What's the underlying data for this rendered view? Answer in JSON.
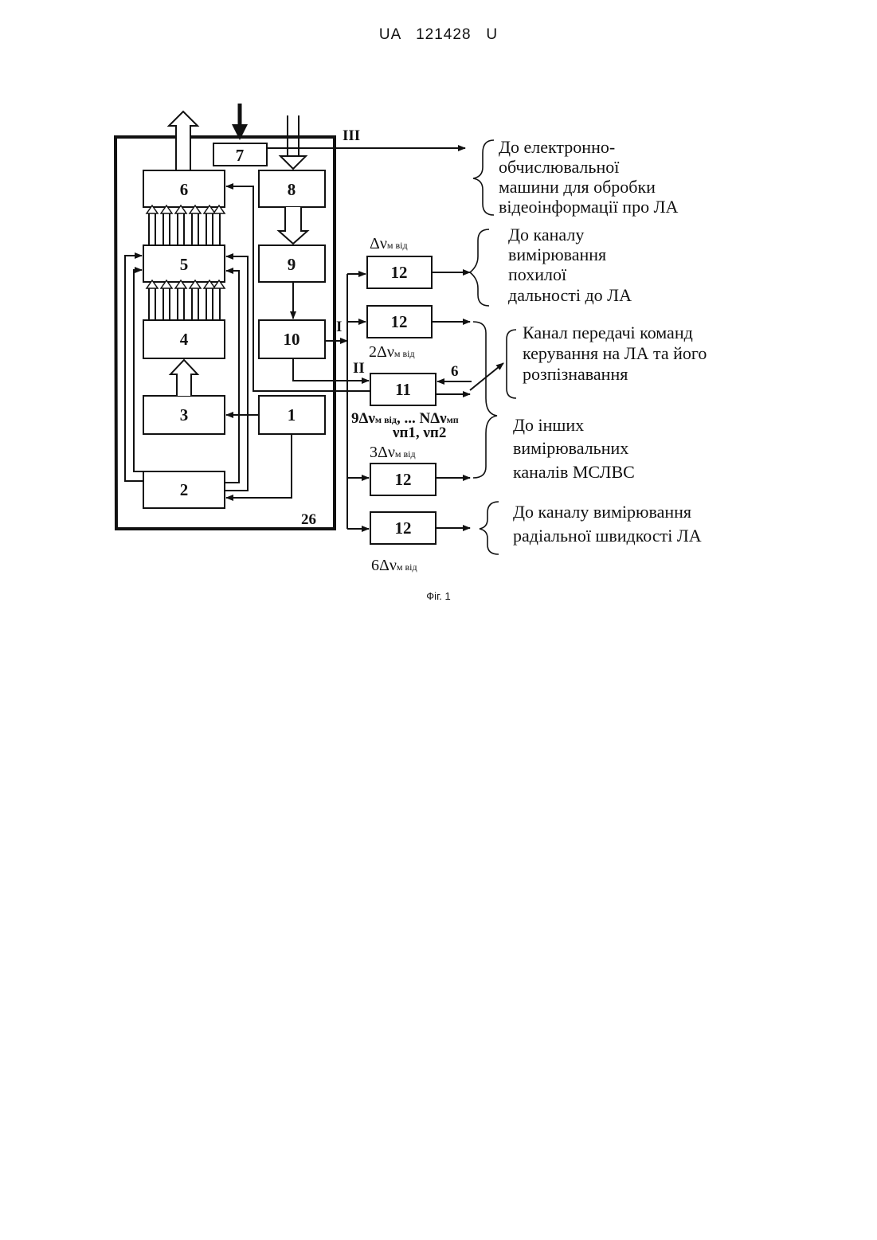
{
  "header": {
    "doc_number": "UA   121428   U"
  },
  "diagram": {
    "blocks": [
      "1",
      "2",
      "3",
      "4",
      "5",
      "6",
      "7",
      "8",
      "9",
      "10",
      "11",
      "12",
      "12",
      "12",
      "12"
    ],
    "unit_label": "26",
    "port_labels": {
      "I": "I",
      "II": "II",
      "III": "III",
      "six": "6"
    },
    "freq_labels": {
      "f1_main": "Δν",
      "f1_sub": "м від",
      "f2_main": "2Δν",
      "f2_sub": "м від",
      "f9_main": "9Δν",
      "f9_sub": "м від",
      "f9_dots": ", ... NΔν",
      "f9_sub2": "мп",
      "fn_line": "νп1, νп2",
      "f3_main": "3Δν",
      "f3_sub": "м від",
      "f6_main": "6Δν",
      "f6_sub": "м від"
    },
    "annotations": {
      "computer": [
        "До електронно-",
        "обчислювальної",
        "машини для обробки",
        "відеоінформації про ЛА"
      ],
      "range_channel": [
        "До каналу",
        "вимірювання",
        "похилої",
        "дальності до ЛА"
      ],
      "command_channel": [
        "Канал передачі команд",
        "керування на ЛА та його",
        "розпізнавання"
      ],
      "other_channels": [
        "До інших",
        "вимірювальних",
        "каналів МСЛВС"
      ],
      "velocity_channel": [
        "До каналу вимірювання",
        "радіальної швидкості ЛА"
      ]
    }
  },
  "caption": "Фіг. 1"
}
